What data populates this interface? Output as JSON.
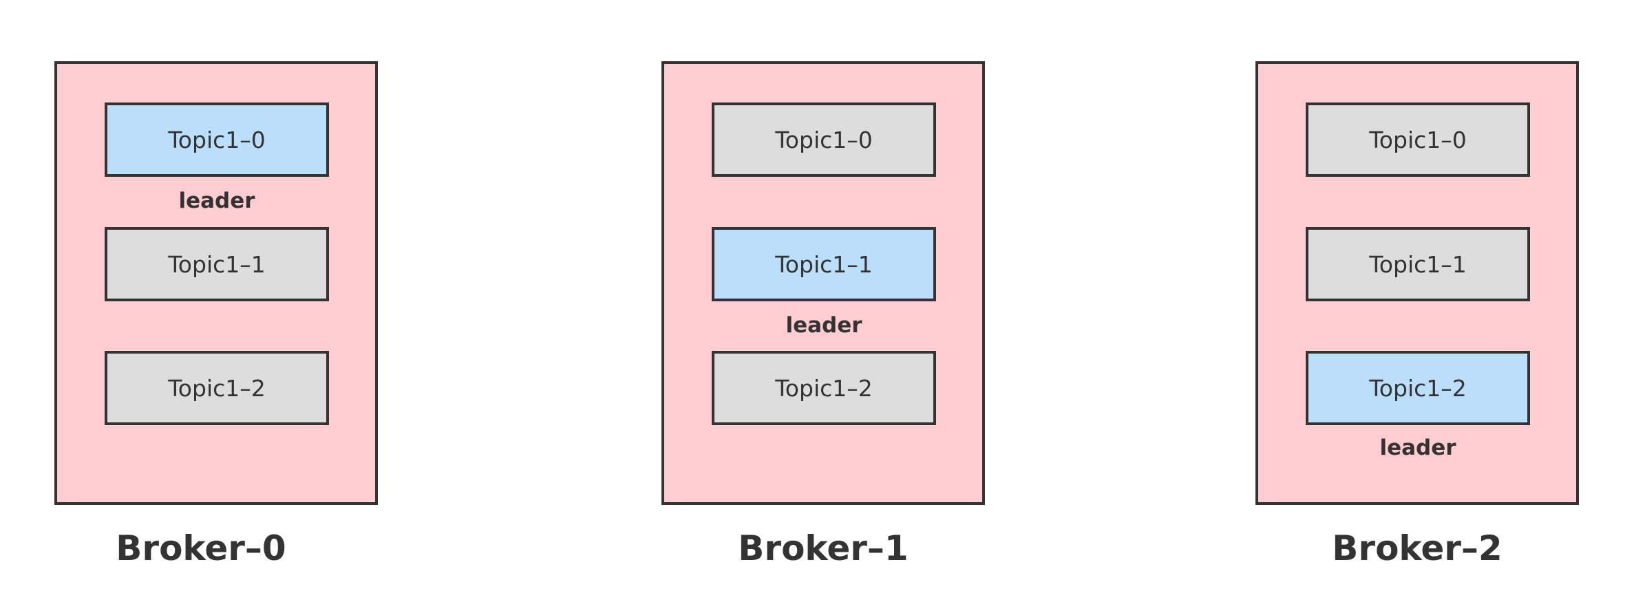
{
  "colors": {
    "broker_fill": "#ffcdd2",
    "leader_fill": "#bbdefb",
    "follower_fill": "#dddddd",
    "stroke": "#333333"
  },
  "brokers": [
    {
      "name": "Broker–0",
      "partitions": [
        {
          "label": "Topic1–0",
          "role": "leader"
        },
        {
          "label": "Topic1–1",
          "role": "follower"
        },
        {
          "label": "Topic1–2",
          "role": "follower"
        }
      ],
      "leader_label": "leader"
    },
    {
      "name": "Broker–1",
      "partitions": [
        {
          "label": "Topic1–0",
          "role": "follower"
        },
        {
          "label": "Topic1–1",
          "role": "leader"
        },
        {
          "label": "Topic1–2",
          "role": "follower"
        }
      ],
      "leader_label": "leader"
    },
    {
      "name": "Broker–2",
      "partitions": [
        {
          "label": "Topic1–0",
          "role": "follower"
        },
        {
          "label": "Topic1–1",
          "role": "follower"
        },
        {
          "label": "Topic1–2",
          "role": "leader"
        }
      ],
      "leader_label": "leader"
    }
  ]
}
